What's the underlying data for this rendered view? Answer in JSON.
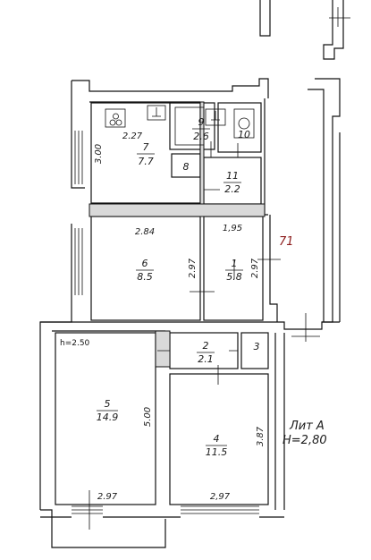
{
  "rooms": [
    {
      "id": "1",
      "number": "1",
      "area": "5.8"
    },
    {
      "id": "2",
      "number": "2",
      "area": "2.1"
    },
    {
      "id": "3",
      "number": "3",
      "area": ""
    },
    {
      "id": "4",
      "number": "4",
      "area": "11.5"
    },
    {
      "id": "5",
      "number": "5",
      "area": "14.9"
    },
    {
      "id": "6",
      "number": "6",
      "area": "8.5"
    },
    {
      "id": "7",
      "number": "7",
      "area": "7.7"
    },
    {
      "id": "8",
      "number": "8",
      "area": ""
    },
    {
      "id": "9",
      "number": "9",
      "area": "2.6"
    },
    {
      "id": "10",
      "number": "10",
      "area": ""
    },
    {
      "id": "11",
      "number": "11",
      "area": "2.2"
    }
  ],
  "dimensions": {
    "r7_width": "2.27",
    "r7_height": "3.00",
    "r6_width": "2.84",
    "r6_height": "2.97",
    "r1_width": "1,95",
    "r1_height": "2.97",
    "r5_width": "2.97",
    "r5_height": "5.00",
    "r4_width": "2,97",
    "r4_height": "3.87"
  },
  "ceiling_height_note": "h=2.50",
  "apartment_number": "71",
  "lit_label": "Лит А",
  "lit_height": "H=2,80",
  "colors": {
    "ink": "#111111",
    "accent": "#8b1a1a",
    "wall_fill": "#d9d9d9"
  }
}
